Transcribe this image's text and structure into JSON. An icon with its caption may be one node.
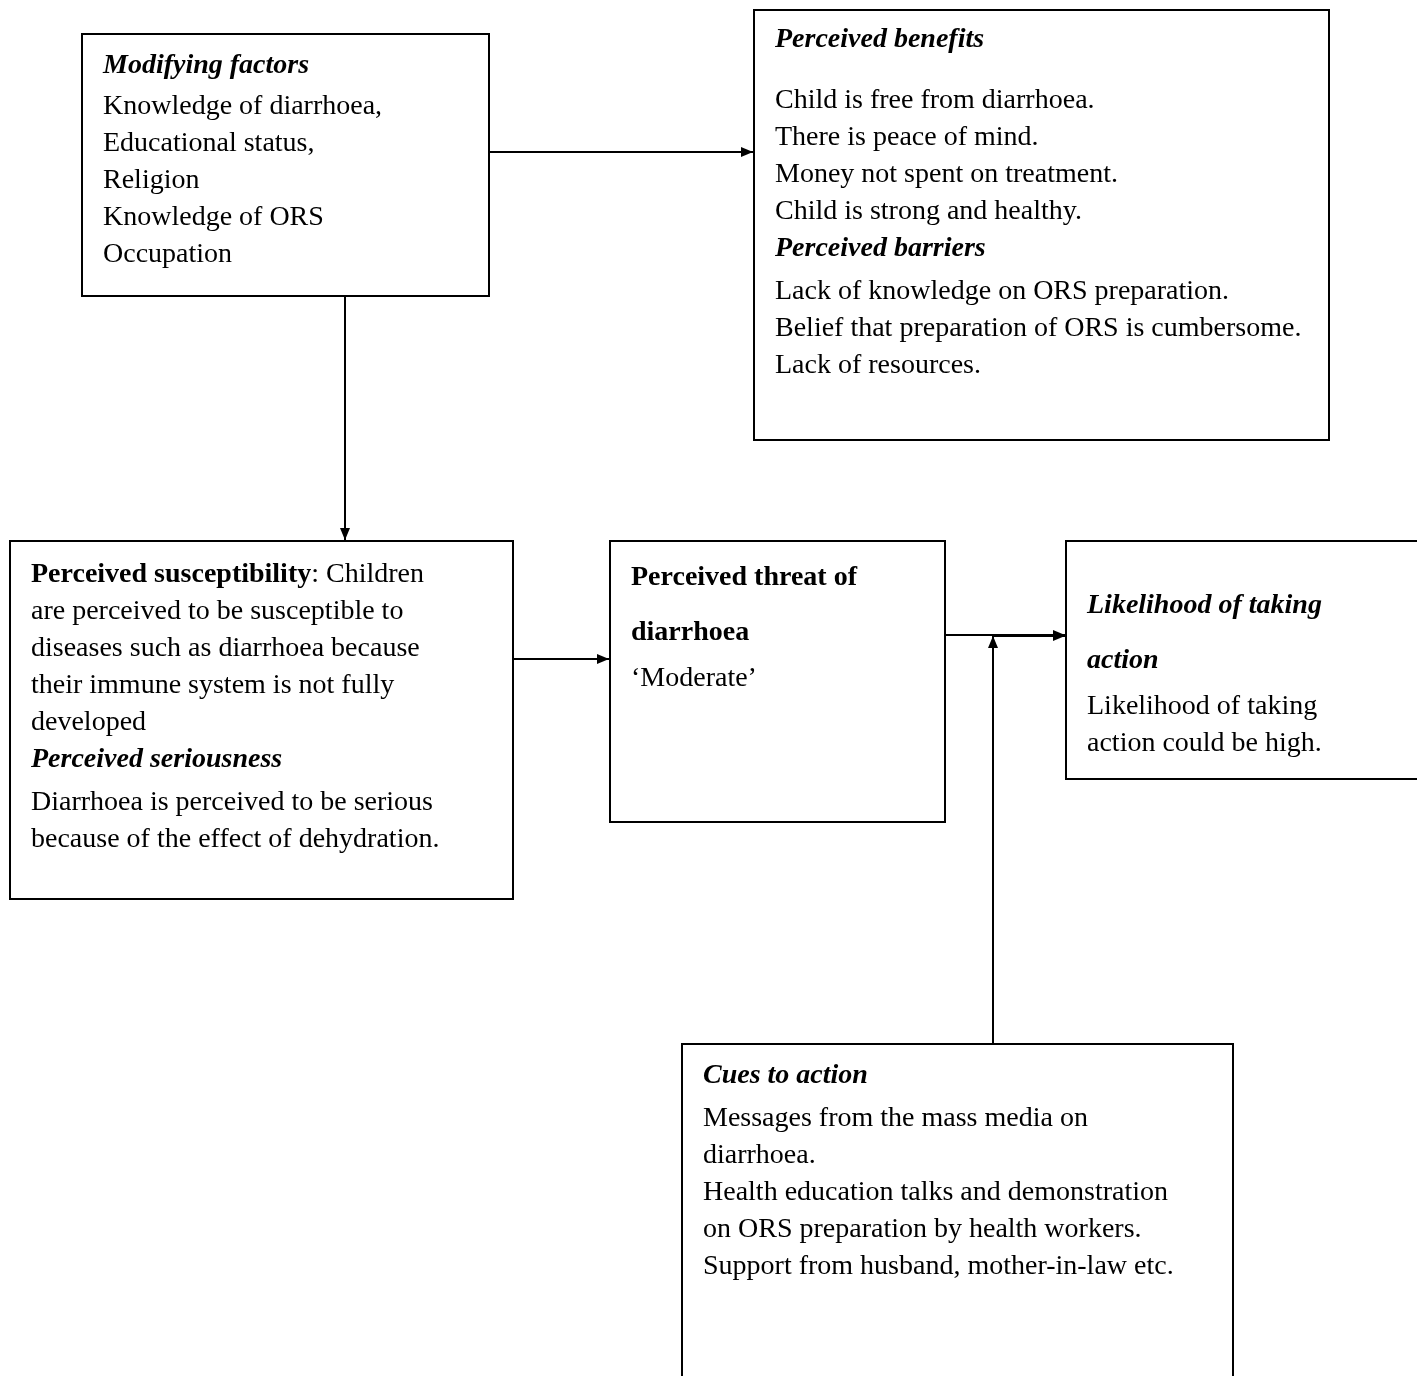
{
  "diagram": {
    "nodes": [
      {
        "text": [
          "Modifying factors",
          "Knowledge of diarrhoea,",
          "Educational status,",
          "Religion",
          "Knowledge of ORS",
          "Occupation"
        ]
      },
      {
        "text": [
          "Perceived benefits",
          "Child is free from diarrhoea.",
          "There is peace of mind.",
          "Money not spent on treatment.",
          "Child is strong and healthy.",
          "Perceived barriers",
          "Lack of knowledge on ORS preparation.",
          "Belief that preparation of ORS is cumbersome.",
          "Lack of resources."
        ]
      },
      {
        "text": [
          "**Perceived susceptibility**: Children are perceived to be susceptible to diseases such as diarrhoea because their immune system is not fully developed",
          "Perceived seriousness",
          "Diarrhoea is perceived to be serious because of the effect of dehydration."
        ]
      },
      {
        "text": [
          "Perceived threat of diarrhoea",
          "‘Moderate’"
        ]
      },
      {
        "text": [
          "Likelihood of taking action",
          "Likelihood of taking action could be high."
        ]
      },
      {
        "text": [
          "Cues to action",
          "Messages from the mass media on diarrhoea.",
          "Health education talks and demonstration on ORS preparation by health workers.",
          "Support from husband, mother-in-law etc."
        ]
      }
    ],
    "edges": [
      {
        "from": 0,
        "to": 1,
        "arrow": "to"
      },
      {
        "from": 0,
        "to": 2,
        "arrow": "to"
      },
      {
        "from": 2,
        "to": 3,
        "arrow": "to"
      },
      {
        "from": 3,
        "to": 4,
        "arrow": "to"
      },
      {
        "from": 5,
        "to": 4,
        "arrow": "to"
      }
    ]
  }
}
